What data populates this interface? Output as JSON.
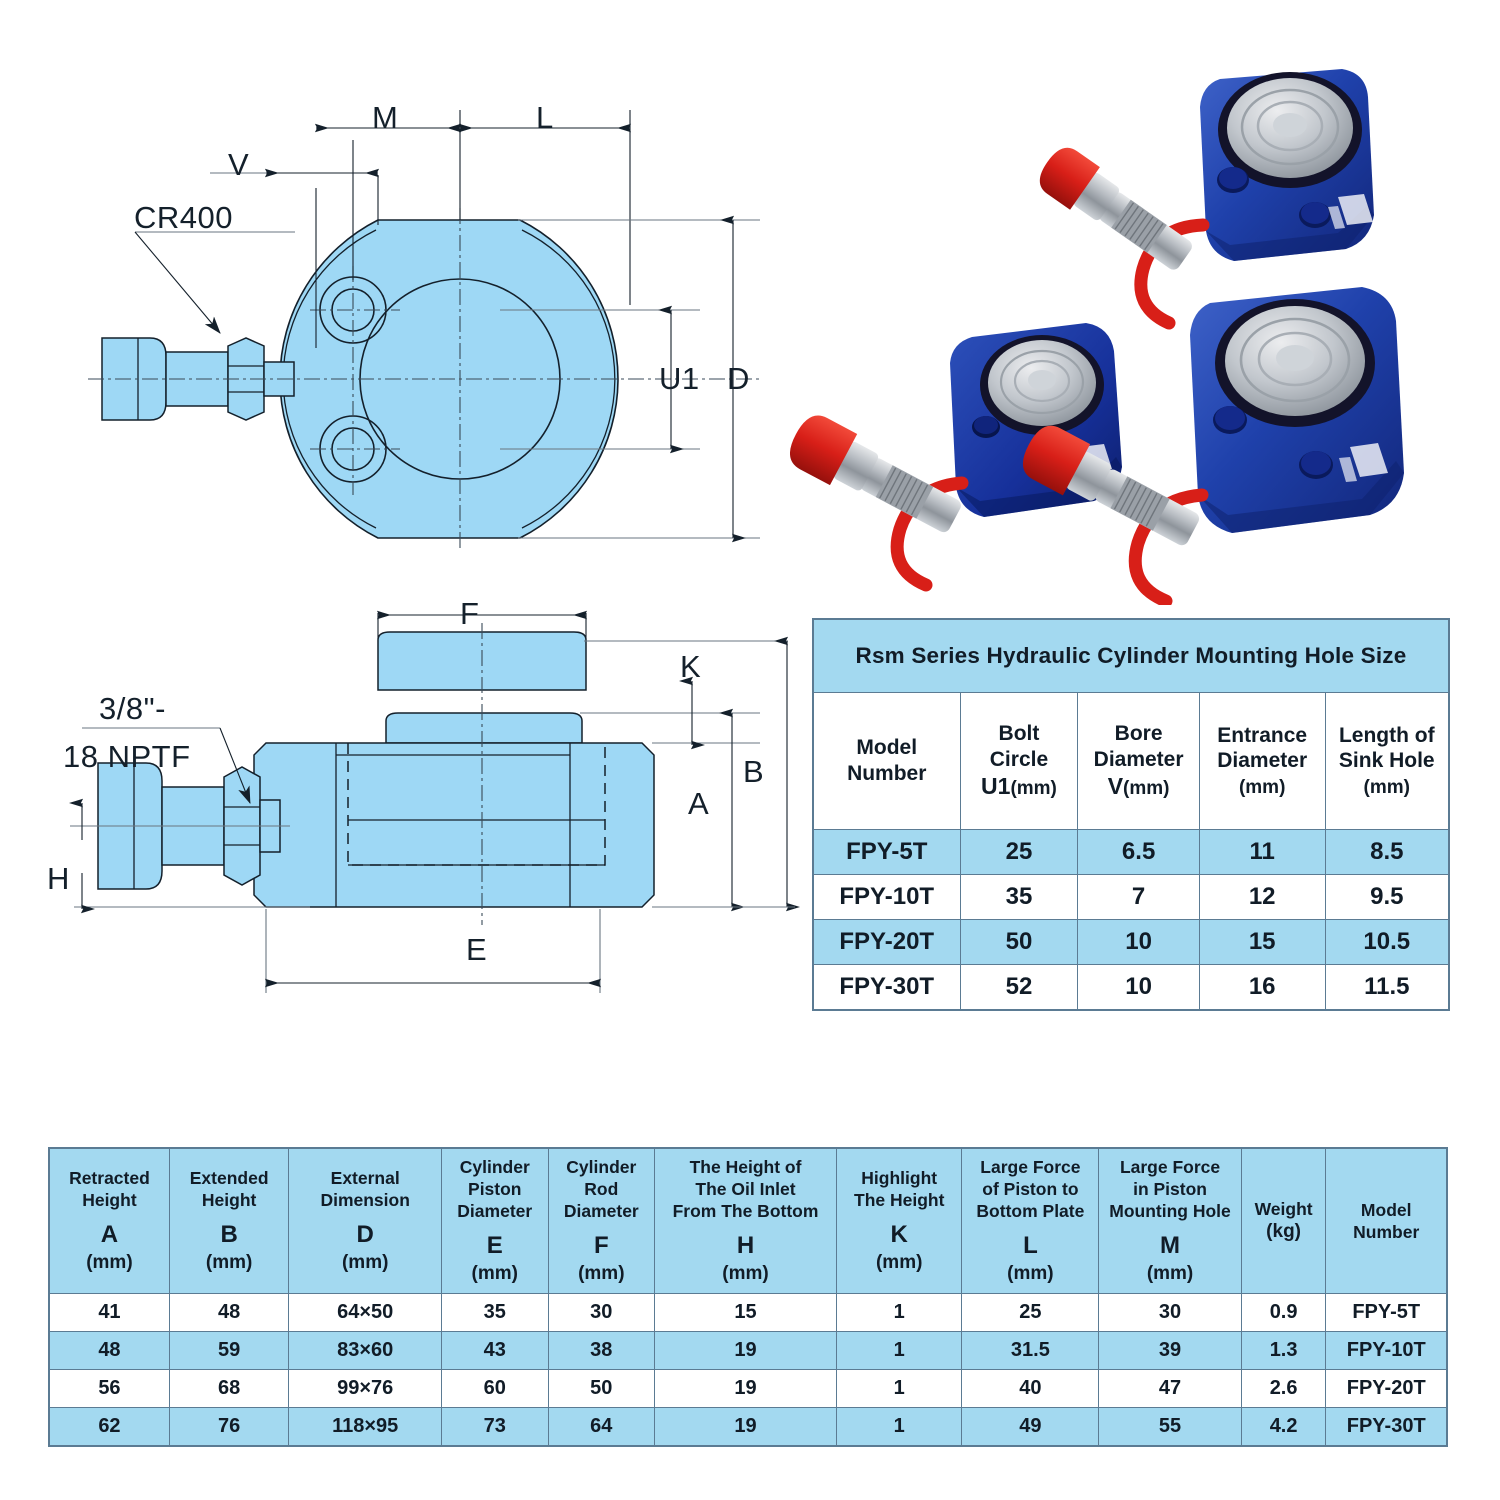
{
  "drawings": {
    "top_view": {
      "labels": {
        "m": "M",
        "l": "L",
        "v": "V",
        "cr400": "CR400",
        "u1": "U1",
        "d": "D"
      }
    },
    "side_view": {
      "labels": {
        "f": "F",
        "k": "K",
        "b": "B",
        "a": "A",
        "h": "H",
        "e": "E",
        "thread_line1": "3/8\"-",
        "thread_line2": "18 NPTF"
      }
    }
  },
  "photo": {
    "alt_name": "three blue low-height hydraulic cylinders with red and chrome quick couplers",
    "body_color": "#1b3fa0",
    "coupler_color": "#e02020",
    "piston_color": "#b9bec4"
  },
  "mounting_table": {
    "title": "Rsm Series Hydraulic Cylinder Mounting Hole Size",
    "headers": [
      {
        "line1": "Model",
        "line2": "Number",
        "code": "",
        "unit": ""
      },
      {
        "line1": "Bolt",
        "line2": "Circle",
        "code": "U1",
        "unit": "(mm)"
      },
      {
        "line1": "Bore",
        "line2": "Diameter",
        "code": "V",
        "unit": "(mm)"
      },
      {
        "line1": "Entrance",
        "line2": "Diameter",
        "code": "",
        "unit": "(mm)"
      },
      {
        "line1": "Length of",
        "line2": "Sink Hole",
        "code": "",
        "unit": "(mm)"
      }
    ],
    "rows": [
      {
        "model": "FPY-5T",
        "bolt_circle": "25",
        "bore_diameter": "6.5",
        "entrance_diameter": "11",
        "sink_hole_length": "8.5"
      },
      {
        "model": "FPY-10T",
        "bolt_circle": "35",
        "bore_diameter": "7",
        "entrance_diameter": "12",
        "sink_hole_length": "9.5"
      },
      {
        "model": "FPY-20T",
        "bolt_circle": "50",
        "bore_diameter": "10",
        "entrance_diameter": "15",
        "sink_hole_length": "10.5"
      },
      {
        "model": "FPY-30T",
        "bolt_circle": "52",
        "bore_diameter": "10",
        "entrance_diameter": "16",
        "sink_hole_length": "11.5"
      }
    ]
  },
  "spec_table": {
    "headers": [
      {
        "text": "Retracted\nHeight",
        "code": "A",
        "unit": "(mm)"
      },
      {
        "text": "Extended\nHeight",
        "code": "B",
        "unit": "(mm)"
      },
      {
        "text": "External\nDimension",
        "code": "D",
        "unit": "(mm)"
      },
      {
        "text": "Cylinder\nPiston\nDiameter",
        "code": "E",
        "unit": "(mm)"
      },
      {
        "text": "Cylinder\nRod\nDiameter",
        "code": "F",
        "unit": "(mm)"
      },
      {
        "text": "The Height of\nThe Oil Inlet\nFrom The Bottom",
        "code": "H",
        "unit": "(mm)"
      },
      {
        "text": "Highlight\nThe Height",
        "code": "K",
        "unit": "(mm)"
      },
      {
        "text": "Large Force\nof Piston to\nBottom Plate",
        "code": "L",
        "unit": "(mm)"
      },
      {
        "text": "Large Force\nin Piston\nMounting Hole",
        "code": "M",
        "unit": "(mm)"
      },
      {
        "text": "Weight",
        "code": "",
        "unit": "(kg)"
      },
      {
        "text": "Model\nNumber",
        "code": "",
        "unit": ""
      }
    ],
    "rows": [
      {
        "a": "41",
        "b": "48",
        "d": "64×50",
        "e": "35",
        "f": "30",
        "h": "15",
        "k": "1",
        "l": "25",
        "m": "30",
        "weight": "0.9",
        "model": "FPY-5T"
      },
      {
        "a": "48",
        "b": "59",
        "d": "83×60",
        "e": "43",
        "f": "38",
        "h": "19",
        "k": "1",
        "l": "31.5",
        "m": "39",
        "weight": "1.3",
        "model": "FPY-10T"
      },
      {
        "a": "56",
        "b": "68",
        "d": "99×76",
        "e": "60",
        "f": "50",
        "h": "19",
        "k": "1",
        "l": "40",
        "m": "47",
        "weight": "2.6",
        "model": "FPY-20T"
      },
      {
        "a": "62",
        "b": "76",
        "d": "118×95",
        "e": "73",
        "f": "64",
        "h": "19",
        "k": "1",
        "l": "49",
        "m": "55",
        "weight": "4.2",
        "model": "FPY-30T"
      }
    ]
  },
  "colors": {
    "drawing_fill": "#9ed8f5",
    "table_header_fill": "#a3d9f0",
    "table_border": "#5b7b93",
    "line": "#14202b"
  }
}
